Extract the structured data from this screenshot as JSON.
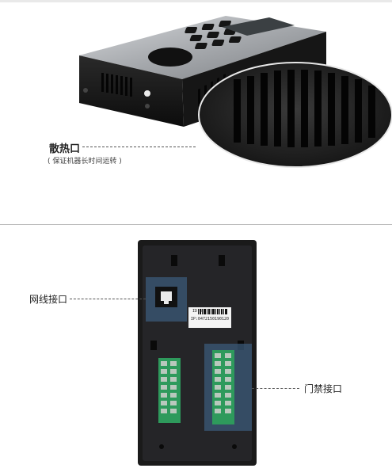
{
  "top_section": {
    "callout_title": "散热口",
    "callout_subtitle": "( 保证机器长时间运转 )"
  },
  "bottom_section": {
    "network_port_label": "网线接口",
    "door_access_label": "门禁接口",
    "device_sticker_line1": "ID:3",
    "device_sticker_line2": "IP:0472150190120"
  },
  "colors": {
    "device_body": "#1b1b1b",
    "steel_panel": "#a9acb0",
    "terminal_green": "#2e9a5c",
    "highlight_blue": "#3b5a78"
  }
}
